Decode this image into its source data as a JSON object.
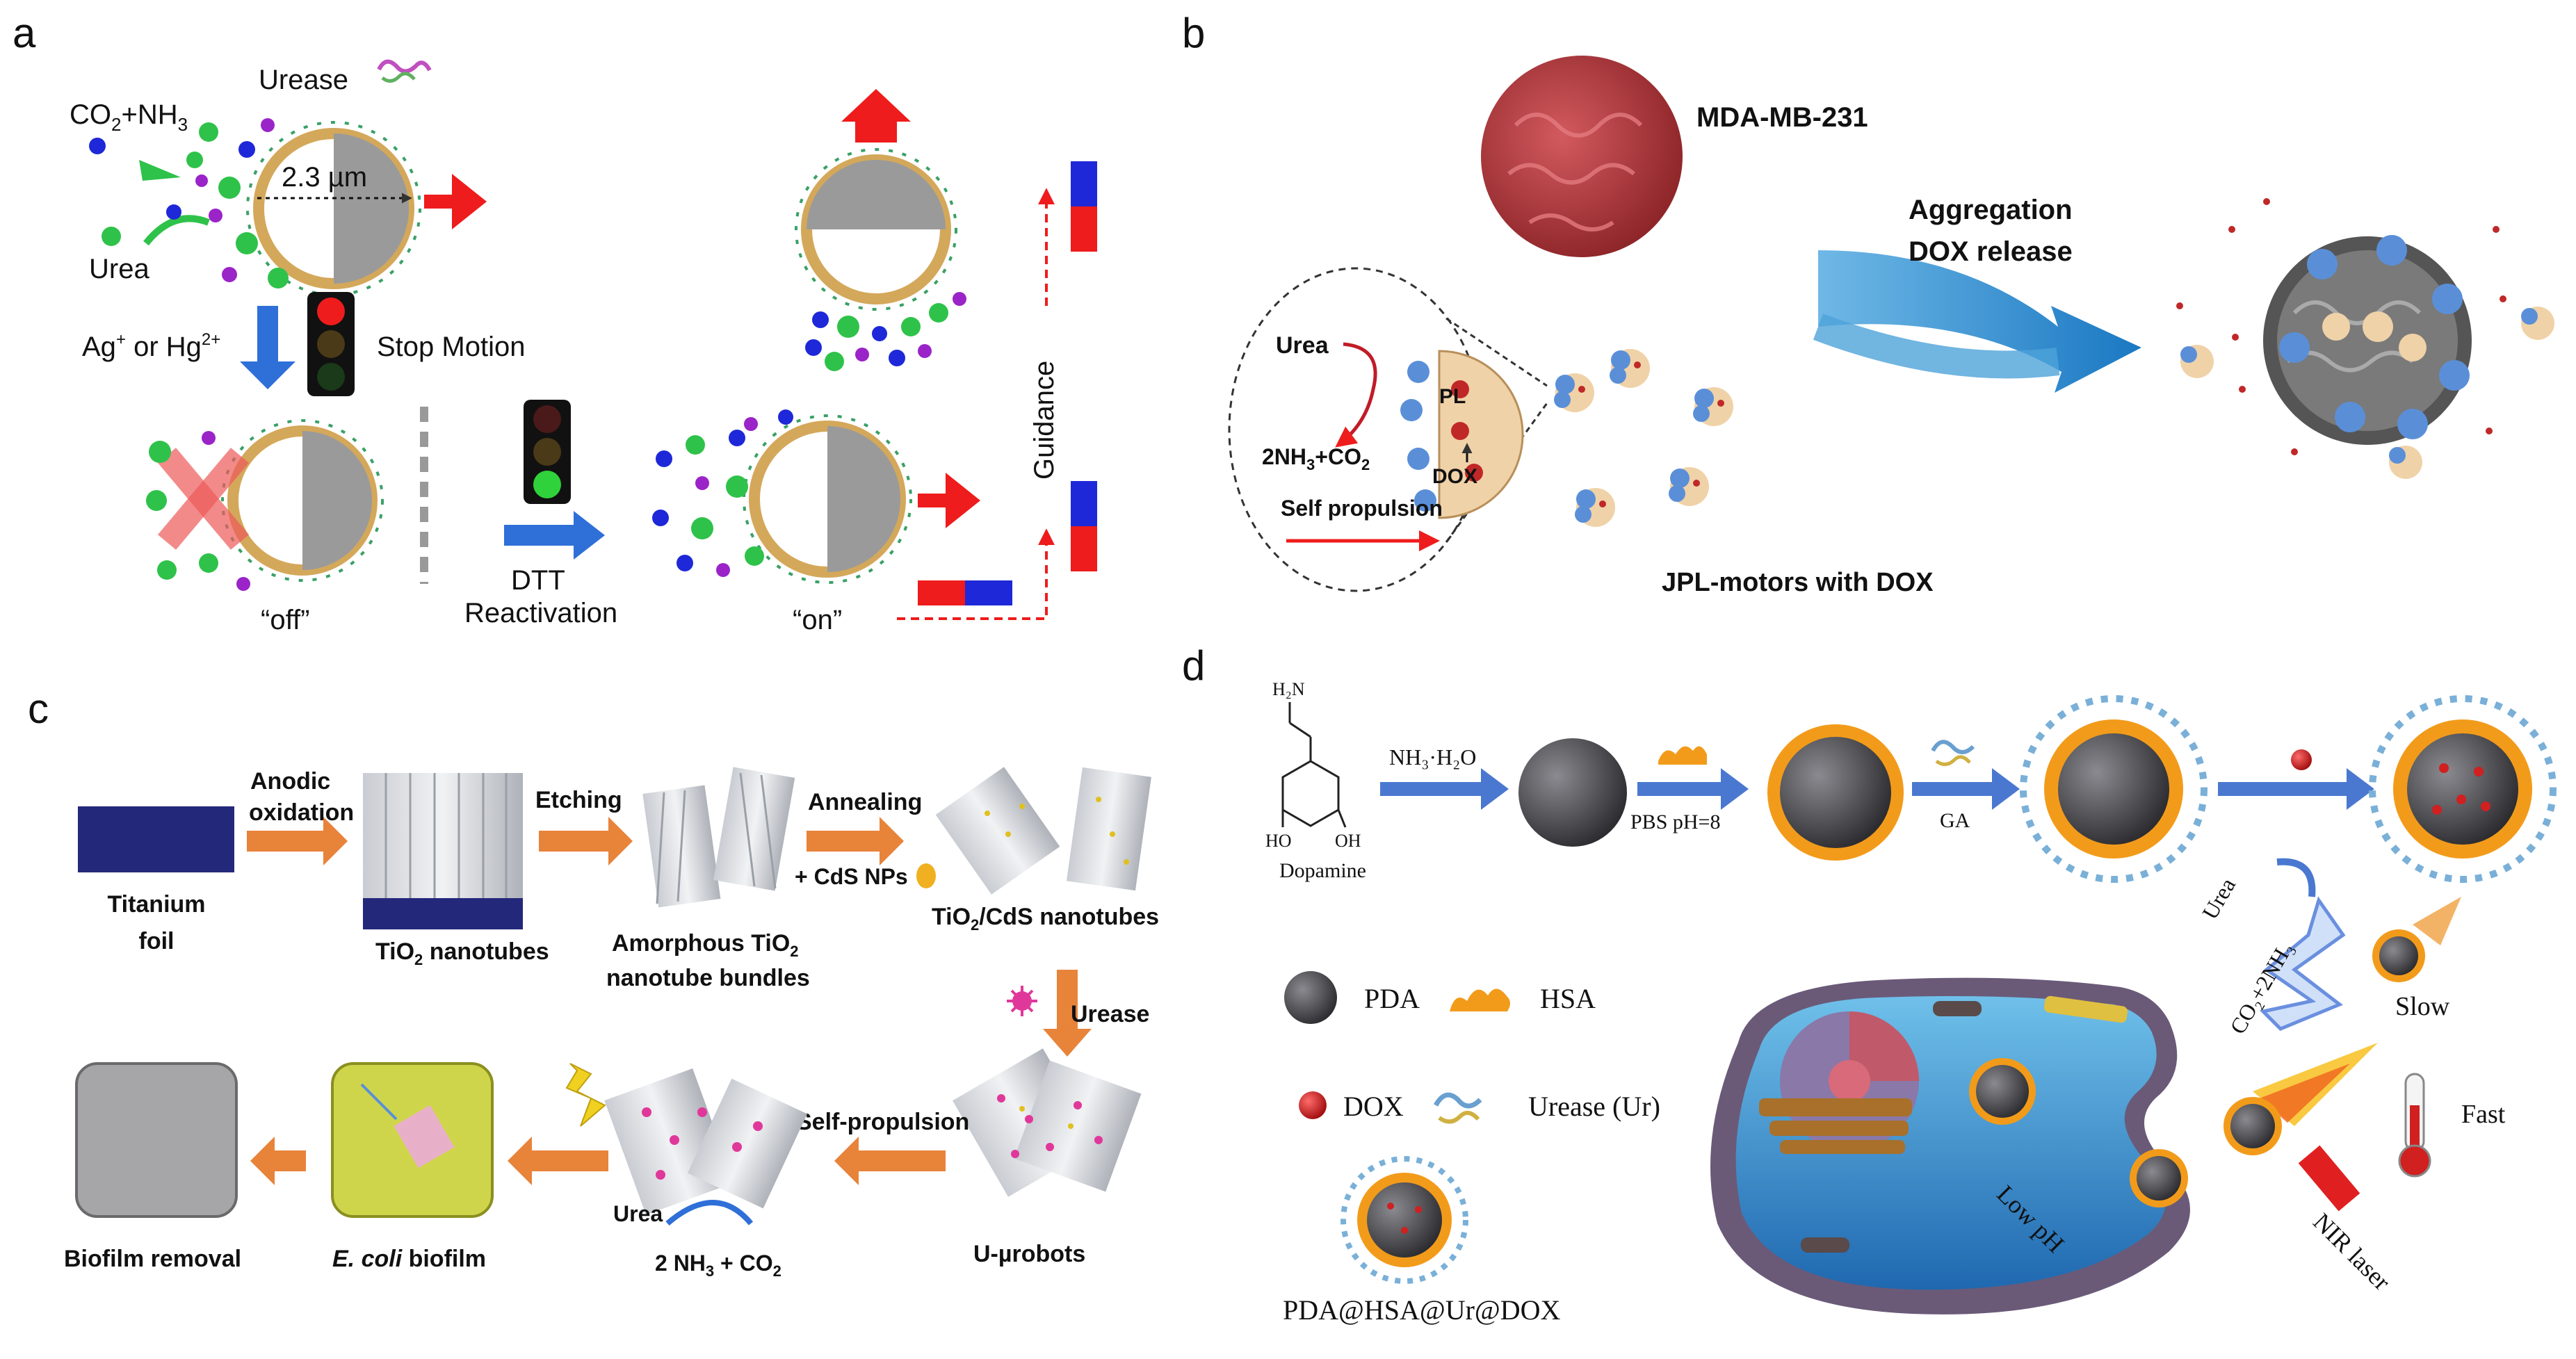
{
  "panels": {
    "a": {
      "letter": "a",
      "urease": "Urease",
      "products_co2": "CO",
      "products_sub2": "2",
      "products_nh": "+NH",
      "products_sub3": "3",
      "size": "2.3 µm",
      "urea": "Urea",
      "ions_ag": "Ag",
      "ions_plus": "+",
      "ions_or": " or Hg",
      "ions_2plus": "2+",
      "stop_motion": "Stop Motion",
      "off": "“off”",
      "dtt": "DTT",
      "reactivation": "Reactivation",
      "on": "“on”",
      "guidance": "Guidance"
    },
    "b": {
      "letter": "b",
      "cell": "MDA-MB-231",
      "urea": "Urea",
      "pl": "PL",
      "products_a": "2NH",
      "products_sub3": "3",
      "products_b": "+CO",
      "products_sub2": "2",
      "dox": "DOX",
      "self_propulsion": "Self propulsion",
      "aggregation": "Aggregation",
      "dox_release": "DOX release",
      "motors": "JPL-motors with DOX"
    },
    "c": {
      "letter": "c",
      "titanium_line1": "Titanium",
      "titanium_line2": "foil",
      "anodic_line1": "Anodic",
      "anodic_line2": "oxidation",
      "tio2_nanotubes_a": "TiO",
      "tio2_nanotubes_sub": "2",
      "tio2_nanotubes_b": " nanotubes",
      "etching": "Etching",
      "amorphous_line1a": "Amorphous TiO",
      "amorphous_sub": "2",
      "amorphous_line2": "nanotube bundles",
      "annealing": "Annealing",
      "cds_nps": "+ CdS NPs",
      "tio2cds_a": "TiO",
      "tio2cds_sub": "2",
      "tio2cds_b": "/CdS nanotubes",
      "urease": "Urease",
      "urobots": "U-µrobots",
      "self_propulsion": "Self-propulsion",
      "urea": "Urea",
      "products_a": "2 NH",
      "products_sub3": "3",
      "products_b": " + CO",
      "products_sub2": "2",
      "ecoli_italic": "E. coli",
      "ecoli_rest": " biofilm",
      "biofilm_removal": "Biofilm removal"
    },
    "d": {
      "letter": "d",
      "h2n": "H₂N",
      "ho1": "HO",
      "oh1": "OH",
      "dopamine": "Dopamine",
      "nh3h2o": "NH₃·H₂O",
      "pbs": "PBS  pH=8",
      "ga": "GA",
      "pda": "PDA",
      "hsa": "HSA",
      "dox": "DOX",
      "urease_ur": "Urease (Ur)",
      "composite": "PDA@HSA@Ur@DOX",
      "urea": "Urea",
      "co2nh3": "CO₂+2NH₃",
      "slow": "Slow",
      "fast": "Fast",
      "low_ph": "Low pH",
      "nir": "NIR laser"
    }
  },
  "colors": {
    "shell": "#d4a85a",
    "janus_gray": "#9a9a9a",
    "arrow_red": "#ee1c1c",
    "arrow_blue": "#2f6fd8",
    "arrow_orange": "#e8833a",
    "dot_green": "#2fc24a",
    "dot_blue": "#1e28d8",
    "dot_purple": "#9a24c8",
    "foil": "#24287a",
    "biofilm_yellow": "#cfd54a",
    "cell_red": "#b5393d",
    "water_blue": "#3a8fd0",
    "cell_purple": "#6a5a78",
    "pda_gray": "#4a4a4e",
    "hsa_orange": "#f29b1a"
  }
}
